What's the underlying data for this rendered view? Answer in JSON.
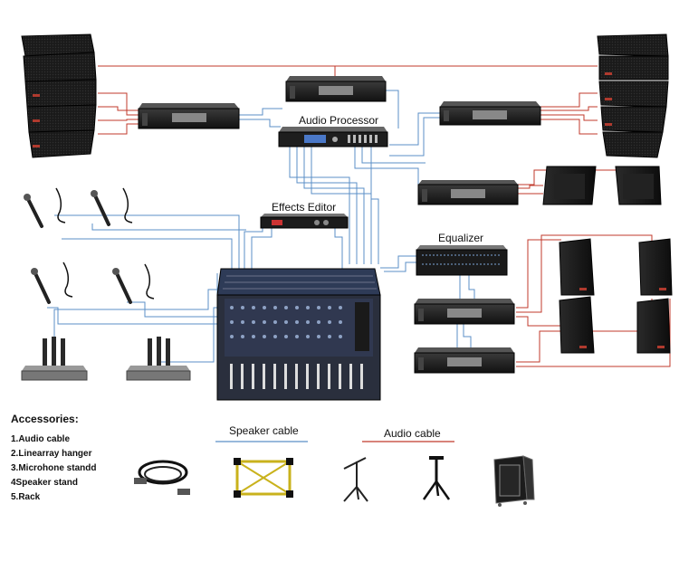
{
  "labels": {
    "audio_processor": "Audio Processor",
    "effects_editor": "Effects Editor",
    "equalizer": "Equalizer",
    "speaker_cable": "Speaker cable",
    "audio_cable": "Audio cable"
  },
  "accessories": {
    "title": "Accessories:",
    "items": [
      "1.Audio cable",
      "2.Linearray hanger",
      "3.Microhone standd",
      "4Speaker stand",
      "5.Rack"
    ]
  },
  "colors": {
    "speaker_cable": "#c0392b",
    "audio_cable": "#5b8fc7",
    "device_dark": "#1b1b1b"
  },
  "icons": {
    "line_array": "line-array-speaker-icon",
    "amplifier": "power-amplifier-icon",
    "processor": "audio-processor-icon",
    "effects": "effects-unit-icon",
    "equalizer": "equalizer-icon",
    "mixer": "mixing-console-icon",
    "microphone": "wired-microphone-icon",
    "wireless": "wireless-mic-receiver-icon",
    "subwoofer": "subwoofer-icon",
    "monitor": "full-range-speaker-icon",
    "xlr_cable": "xlr-cable-icon",
    "hanger": "linearray-hanger-icon",
    "mic_stand": "microphone-stand-icon",
    "speaker_stand": "speaker-stand-icon",
    "rack": "flight-case-rack-icon"
  }
}
